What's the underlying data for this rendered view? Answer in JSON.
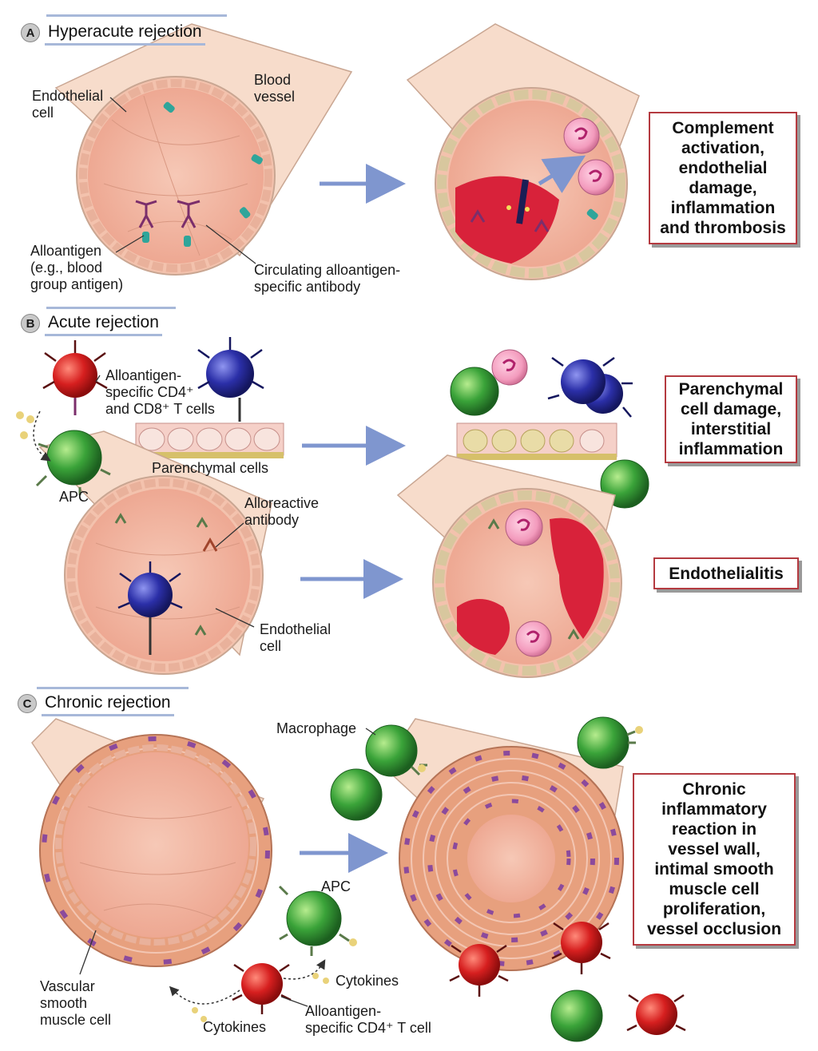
{
  "sections": {
    "a": {
      "letter": "A",
      "title": "Hyperacute rejection"
    },
    "b": {
      "letter": "B",
      "title": "Acute rejection"
    },
    "c": {
      "letter": "C",
      "title": "Chronic rejection"
    }
  },
  "labels": {
    "endothelial_cell_a": "Endothelial\ncell",
    "blood_vessel": "Blood\nvessel",
    "alloantigen": "Alloantigen\n(e.g., blood\ngroup antigen)",
    "circulating_antibody": "Circulating alloantigen-\nspecific antibody",
    "t_cells": "Alloantigen-\nspecific CD4⁺\nand CD8⁺ T cells",
    "parenchymal_cells": "Parenchymal cells",
    "apc_b": "APC",
    "alloreactive_antibody": "Alloreactive\nantibody",
    "endothelial_cell_b": "Endothelial\ncell",
    "macrophage": "Macrophage",
    "apc_c": "APC",
    "vascular_smooth_muscle": "Vascular\nsmooth\nmuscle cell",
    "cytokines_left": "Cytokines",
    "cytokines_right": "Cytokines",
    "cd4_t_cell": "Alloantigen-\nspecific CD4⁺ T cell"
  },
  "outcomes": {
    "hyperacute": "Complement\nactivation,\nendothelial\ndamage,\ninflammation\nand thrombosis",
    "parenchymal": "Parenchymal\ncell damage,\ninterstitial\ninflammation",
    "endothelialitis": "Endothelialitis",
    "chronic": "Chronic\ninflammatory\nreaction in\nvessel wall,\nintimal smooth\nmuscle cell\nproliferation,\nvessel occlusion"
  },
  "colors": {
    "vessel_outer": "#f7dccb",
    "lumen": "#f2b7a4",
    "endothelium": "#f6cbb8",
    "hemorrhage": "#d8223a",
    "t_cell_red": "#d61f1f",
    "t_cell_blue": "#2b2fa8",
    "apc_green": "#3aa339",
    "neutrophil": "#f39bbd",
    "arrow": "#7f96cf",
    "outcome_border": "#b43a40",
    "smooth_muscle": "#e7a07e",
    "muscle_nucleus": "#8b4a9c"
  }
}
